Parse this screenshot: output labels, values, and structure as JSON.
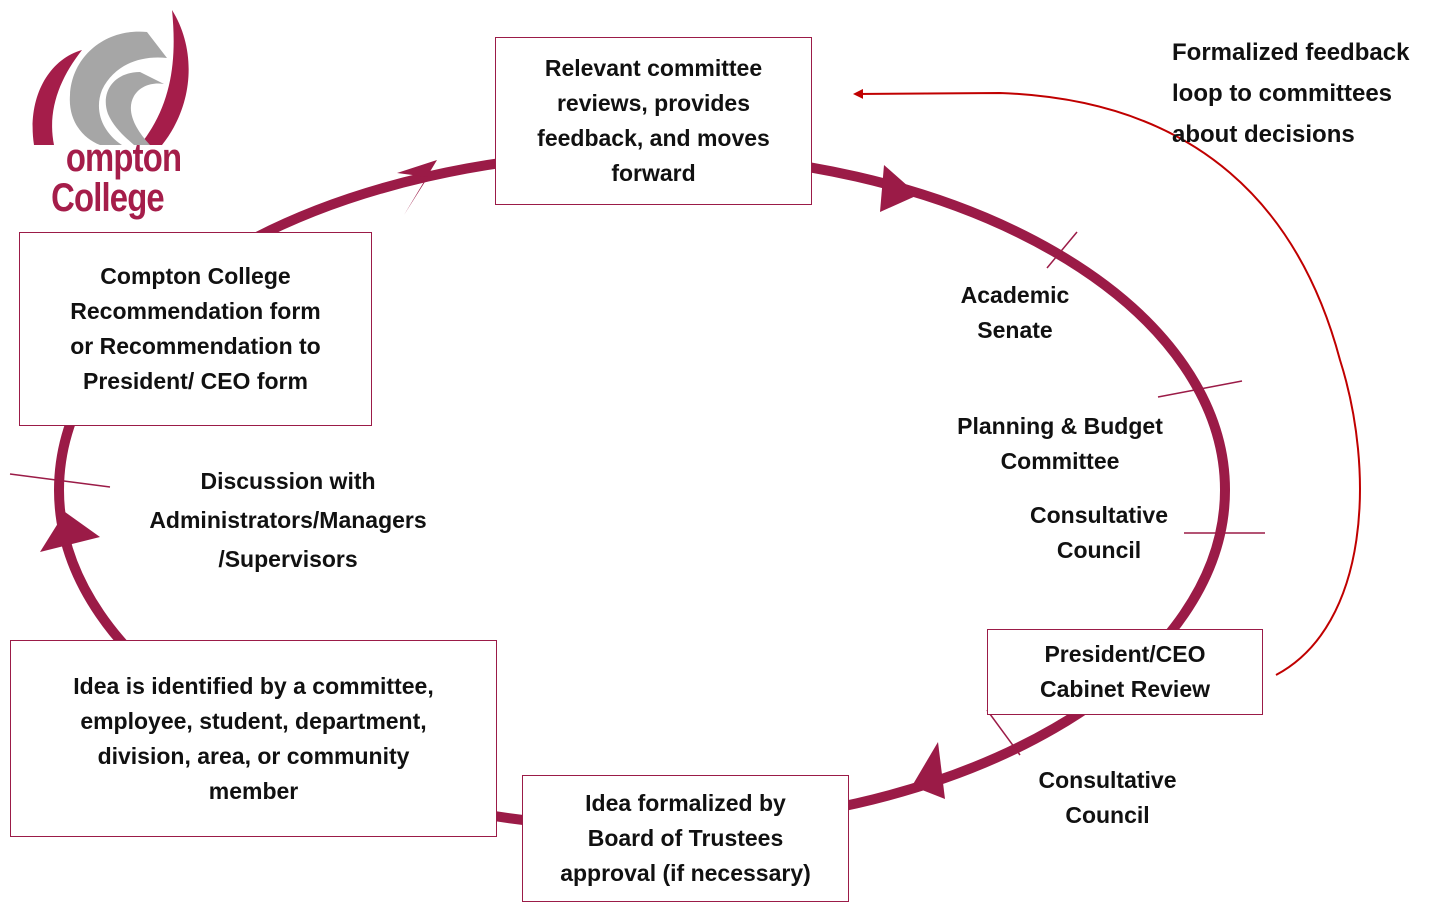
{
  "colors": {
    "cycle": "#9b1b47",
    "feedback_arrow": "#c00000",
    "logo_primary": "#a51d4a",
    "logo_secondary": "#a6a6a6"
  },
  "logo": {
    "line1": "ompton",
    "line2": "College"
  },
  "boxes": {
    "committee_review": "Relevant committee\nreviews, provides\nfeedback, and moves\nforward",
    "recommendation_form": "Compton College\nRecommendation form\nor Recommendation to\nPresident/ CEO form",
    "idea_identified": "Idea is identified by a committee,\nemployee, student, department,\ndivision, area, or community\nmember",
    "board_approval": "Idea formalized by\nBoard of Trustees\napproval (if necessary)",
    "cabinet_review": "President/CEO\nCabinet Review"
  },
  "labels": {
    "feedback_loop": "Formalized feedback\nloop to committees\nabout decisions",
    "academic_senate": "Academic\nSenate",
    "planning_budget": "Planning & Budget\nCommittee",
    "consultative_council_upper": "Consultative\nCouncil",
    "consultative_council_lower": "Consultative\nCouncil",
    "discussion": "Discussion with\nAdministrators/Managers\n/Supervisors"
  }
}
